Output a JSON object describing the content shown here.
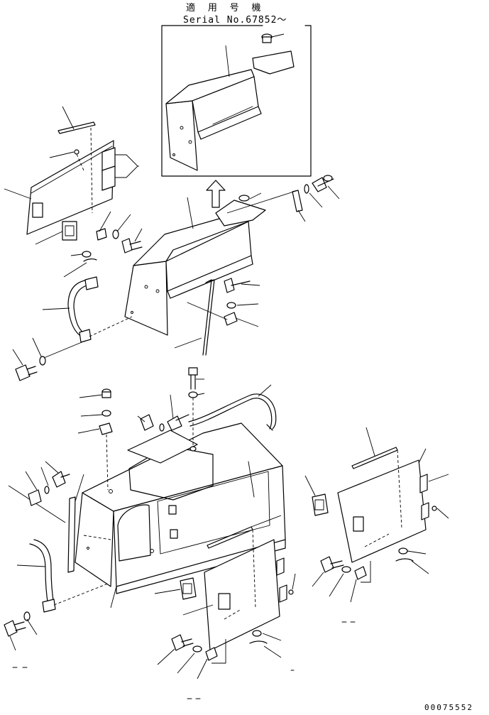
{
  "header": {
    "applicable_label": "適 用 号 機",
    "serial_label": "Serial No.67852～"
  },
  "footer": {
    "drawing_number": "00075552"
  },
  "diagram": {
    "type": "exploded parts diagram"
  }
}
